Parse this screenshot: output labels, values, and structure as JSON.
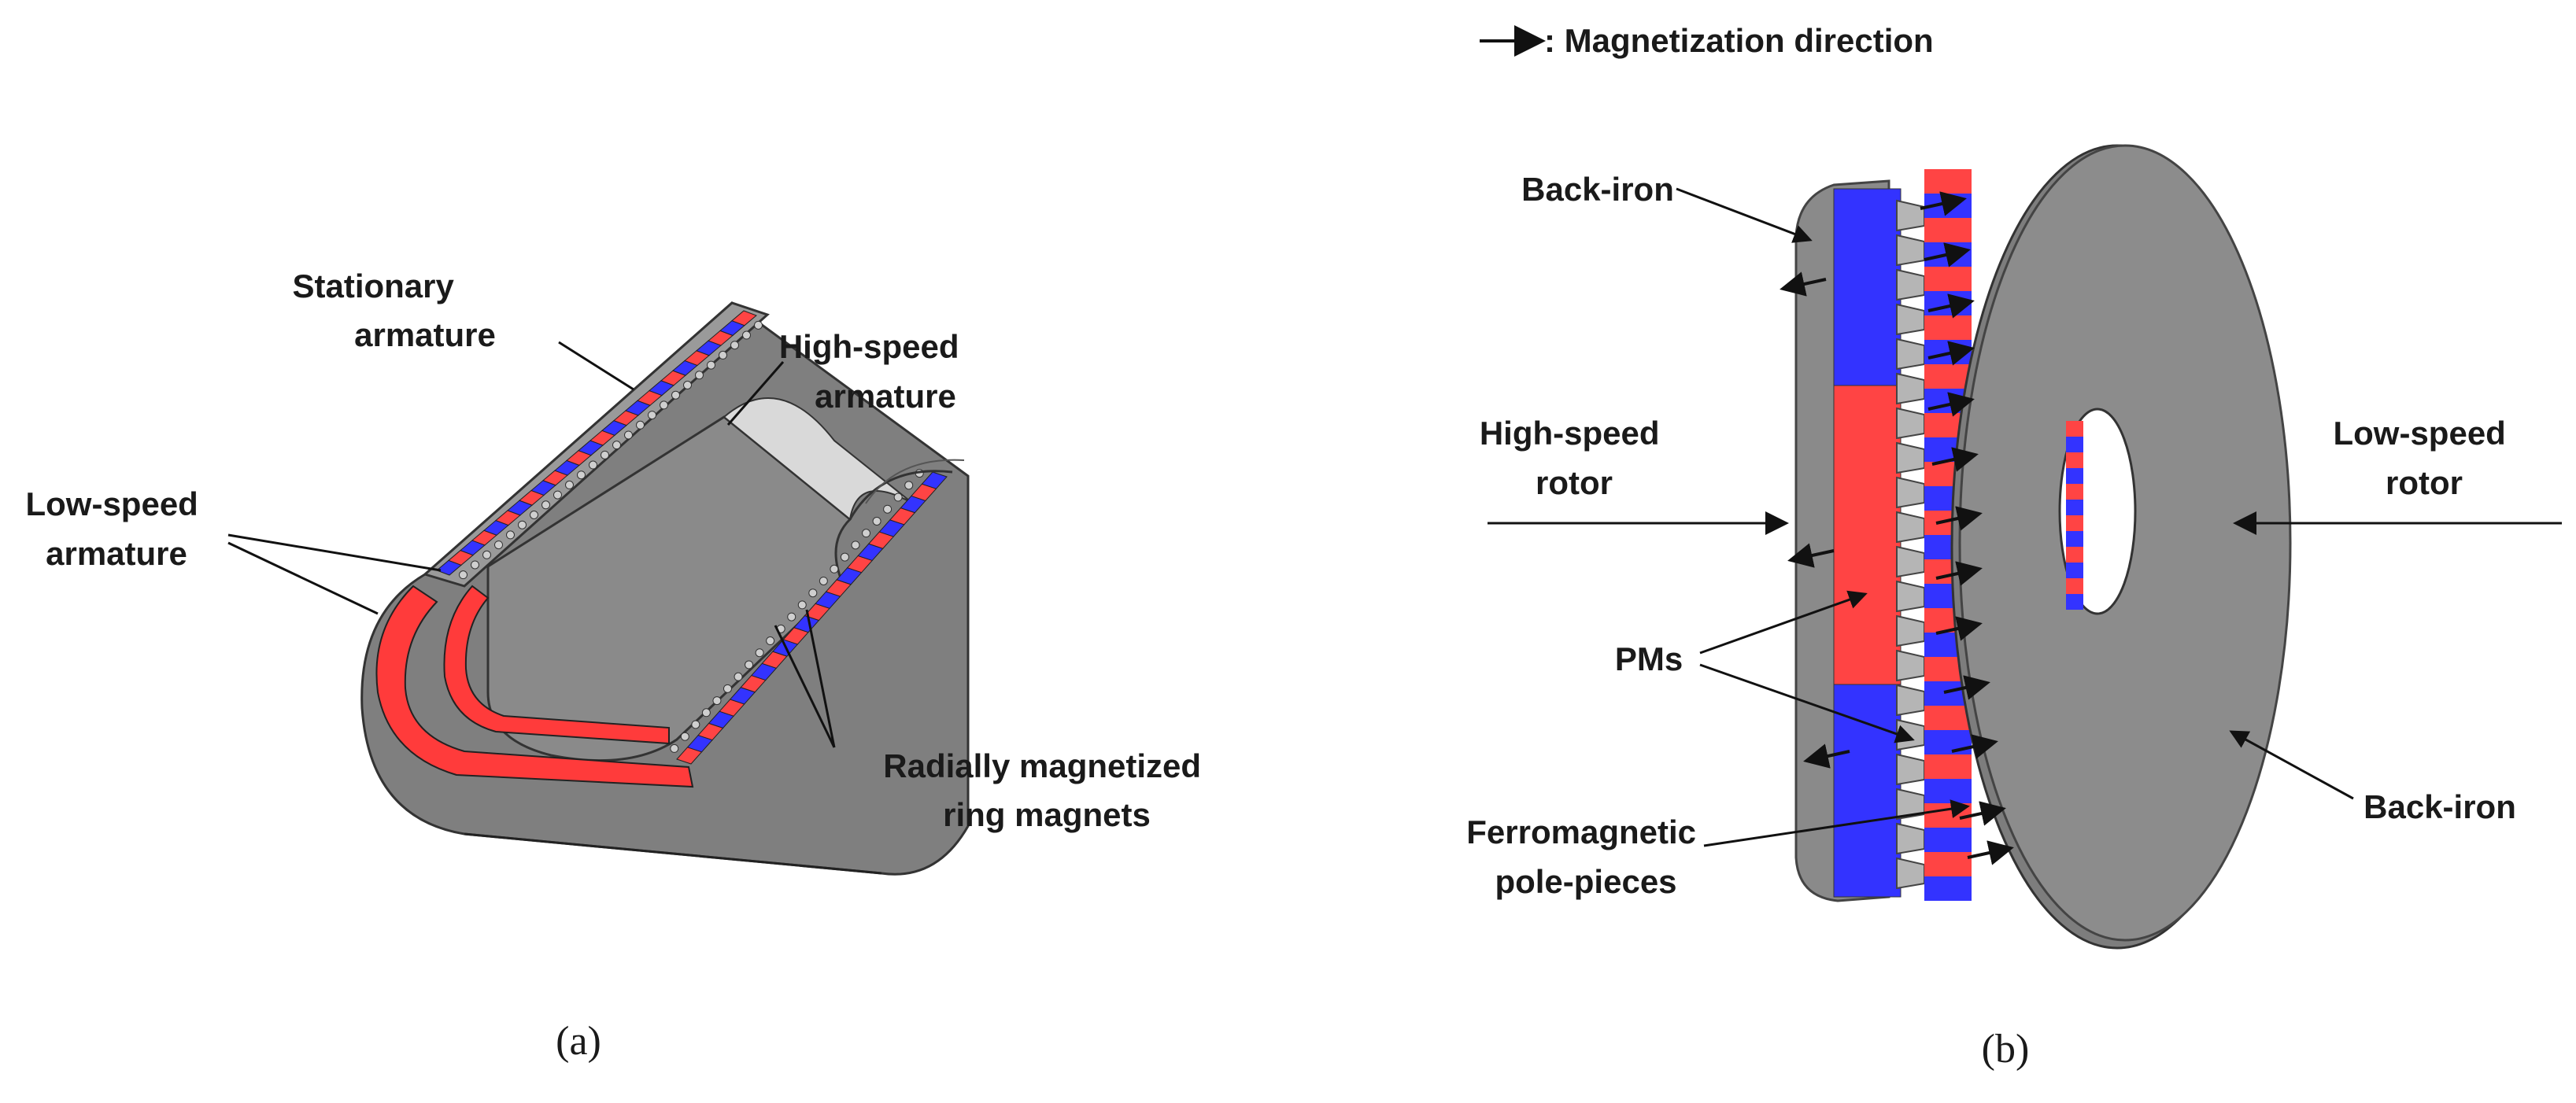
{
  "legend": {
    "text": ": Magnetization direction"
  },
  "panel_a": {
    "caption": "(a)",
    "labels": {
      "stationary_armature": [
        "Stationary",
        "armature"
      ],
      "high_speed_armature": [
        "High-speed",
        "armature"
      ],
      "low_speed_armature": [
        "Low-speed",
        "armature"
      ],
      "ring_magnets": [
        "Radially magnetized",
        "ring magnets"
      ]
    }
  },
  "panel_b": {
    "caption": "(b)",
    "labels": {
      "back_iron_top": [
        "Back-iron"
      ],
      "high_speed_rotor": [
        "High-speed",
        "rotor"
      ],
      "low_speed_rotor": [
        "Low-speed",
        "rotor"
      ],
      "pms": [
        "PMs"
      ],
      "back_iron_bottom": [
        "Back-iron"
      ],
      "pole_pieces": [
        "Ferromagnetic",
        "pole-pieces"
      ]
    }
  },
  "colors": {
    "magnet_red": "#ff4444",
    "magnet_blue": "#3333ff",
    "iron_gray": "#8c8c8c",
    "dark_gray": "#6e6e6e"
  }
}
